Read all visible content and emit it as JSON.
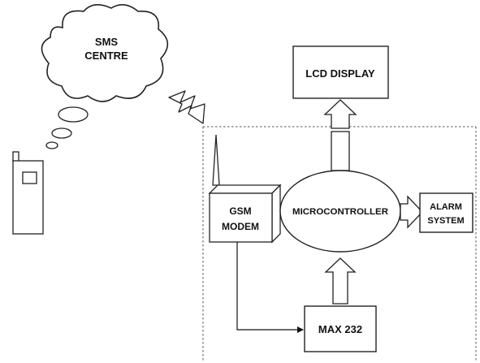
{
  "nodes": {
    "sms_centre": {
      "line1": "SMS",
      "line2": "CENTRE"
    },
    "lcd_display": {
      "label": "LCD DISPLAY"
    },
    "gsm_modem": {
      "line1": "GSM",
      "line2": "MODEM"
    },
    "microcontroller": {
      "label": "MICROCONTROLLER"
    },
    "alarm_system": {
      "line1": "ALARM",
      "line2": "SYSTEM"
    },
    "max232": {
      "label": "MAX 232"
    }
  }
}
